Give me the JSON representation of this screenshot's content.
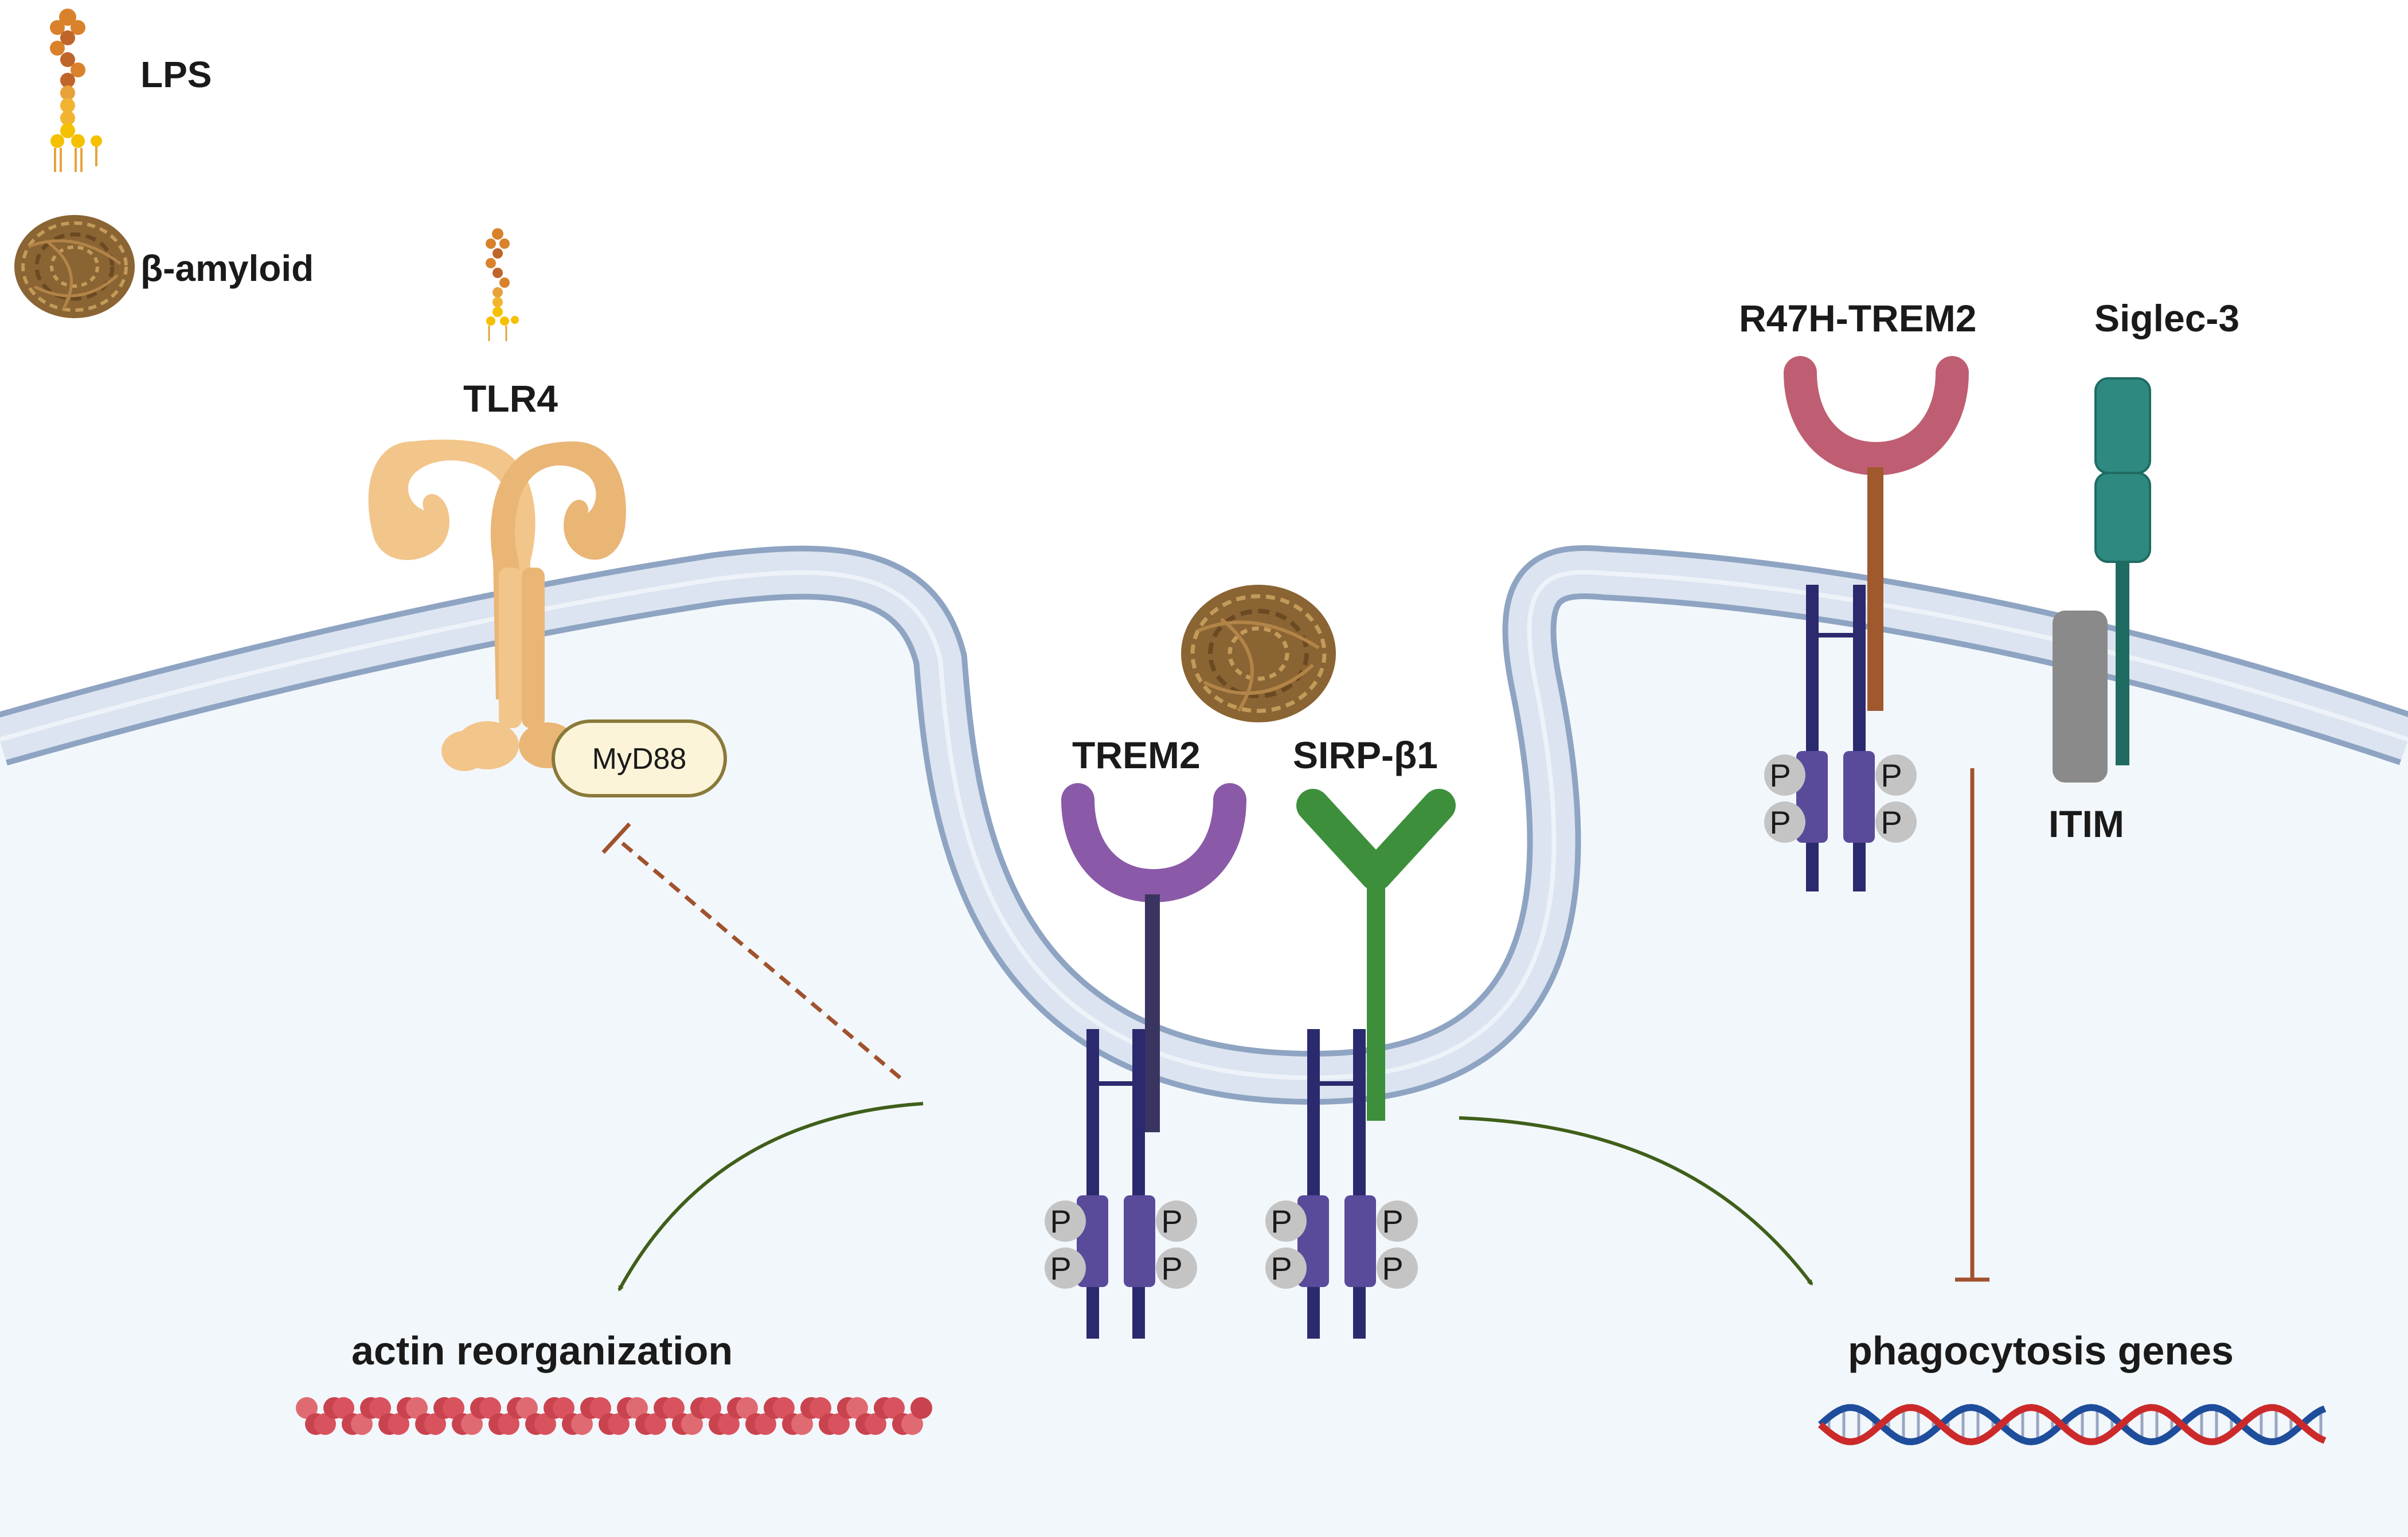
{
  "legend": {
    "lps_label": "LPS",
    "amyloid_label": "β-amyloid"
  },
  "receptors": {
    "tlr4": "TLR4",
    "myd88": "MyD88",
    "trem2": "TREM2",
    "sirp": "SIRP-β1",
    "r47h": "R47H-TREM2",
    "siglec": "Siglec-3",
    "itim": "ITIM"
  },
  "phospho_label": "P",
  "outcomes": {
    "actin": "actin reorganization",
    "phago": "phagocytosis genes"
  },
  "colors": {
    "membrane": "#8ea4c2",
    "cytoplasm": "#f2f7fb",
    "tlr4": "#f2c58a",
    "myd88_fill": "#fbf4d9",
    "myd88_stroke": "#8a7a3a",
    "trem2": "#8a5aa8",
    "sirp": "#3d8f3b",
    "r47h": "#bf5e72",
    "siglec": "#2e8a80",
    "itim": "#8a8a8a",
    "dap12": "#2c2a6e",
    "dap12_box": "#5a4a9a",
    "phospho": "#c4c4c4",
    "activation_arrow": "#3f5f1a",
    "inhibition": "#a0522d",
    "actin": "#d9535f",
    "dna_red": "#cc2a2a",
    "dna_blue": "#1e4d9c"
  }
}
